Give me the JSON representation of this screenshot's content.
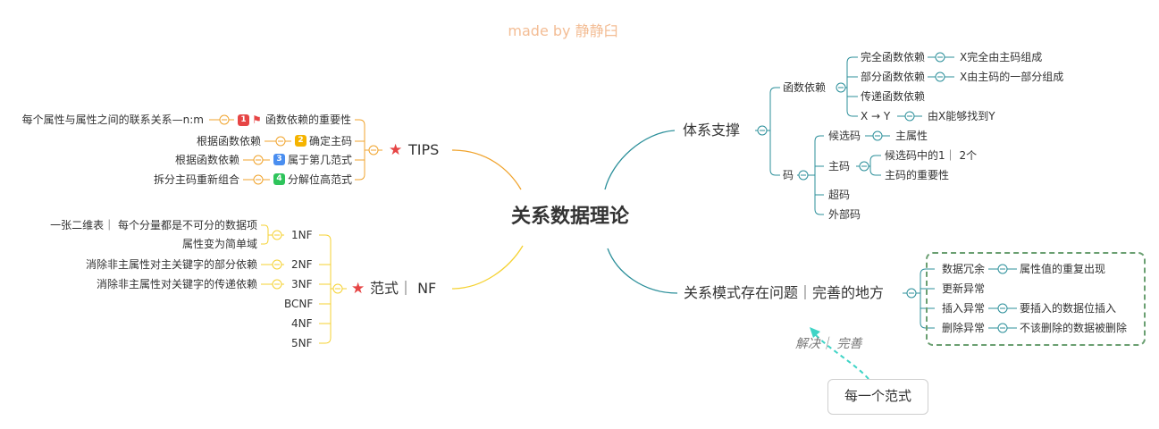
{
  "credit": "made by 静静臼",
  "center": "关系数据理论",
  "tips": {
    "label": "TIPS",
    "items": [
      {
        "num": "1",
        "text": "函数依赖的重要性",
        "note": "每个属性与属性之间的联系关系—n:m"
      },
      {
        "num": "2",
        "text": "确定主码",
        "note": "根据函数依赖"
      },
      {
        "num": "3",
        "text": "属于第几范式",
        "note": "根据函数依赖"
      },
      {
        "num": "4",
        "text": "分解位高范式",
        "note": "拆分主码重新组合"
      }
    ]
  },
  "nf": {
    "label": "范式｜ NF",
    "items": [
      "1NF",
      "2NF",
      "3NF",
      "BCNF",
      "4NF",
      "5NF"
    ],
    "notes": {
      "nf1_a": "一张二维表｜ 每个分量都是不可分的数据项",
      "nf1_b": "属性变为简单域",
      "nf2": "消除非主属性对主关键字的部分依赖",
      "nf3": "消除非主属性对关键字的传递依赖"
    }
  },
  "support": {
    "label": "体系支撑",
    "fd": {
      "label": "函数依赖",
      "items": [
        {
          "text": "完全函数依赖",
          "note": "X完全由主码组成"
        },
        {
          "text": "部分函数依赖",
          "note": "X由主码的一部分组成"
        },
        {
          "text": "传递函数依赖",
          "note": ""
        },
        {
          "text": "X → Y",
          "note": "由X能够找到Y"
        }
      ]
    },
    "code": {
      "label": "码",
      "candidate": {
        "text": "候选码",
        "note": "主属性"
      },
      "primary": {
        "text": "主码",
        "notes": [
          "候选码中的1｜ 2个",
          "主码的重要性"
        ]
      },
      "super": "超码",
      "foreign": "外部码"
    }
  },
  "problems": {
    "label": "关系模式存在问题｜完善的地方",
    "items": [
      {
        "text": "数据冗余",
        "note": "属性值的重复出现"
      },
      {
        "text": "更新异常",
        "note": ""
      },
      {
        "text": "插入异常",
        "note": "要插入的数据位插入"
      },
      {
        "text": "删除异常",
        "note": "不该删除的数据被删除"
      }
    ]
  },
  "solve": {
    "label": "解决｜ 完善",
    "box": "每一个范式"
  },
  "colors": {
    "tips": "#f0a32c",
    "nf": "#f5d232",
    "support": "#2b8f9a",
    "problems": "#2b8f9a",
    "boundary": "#6a9f71",
    "relation": "#3fd4c6",
    "badge1": "#e64545",
    "badge2": "#f5b400",
    "badge3": "#4a8ef0",
    "badge4": "#2ec45b",
    "star": "#e64545"
  }
}
